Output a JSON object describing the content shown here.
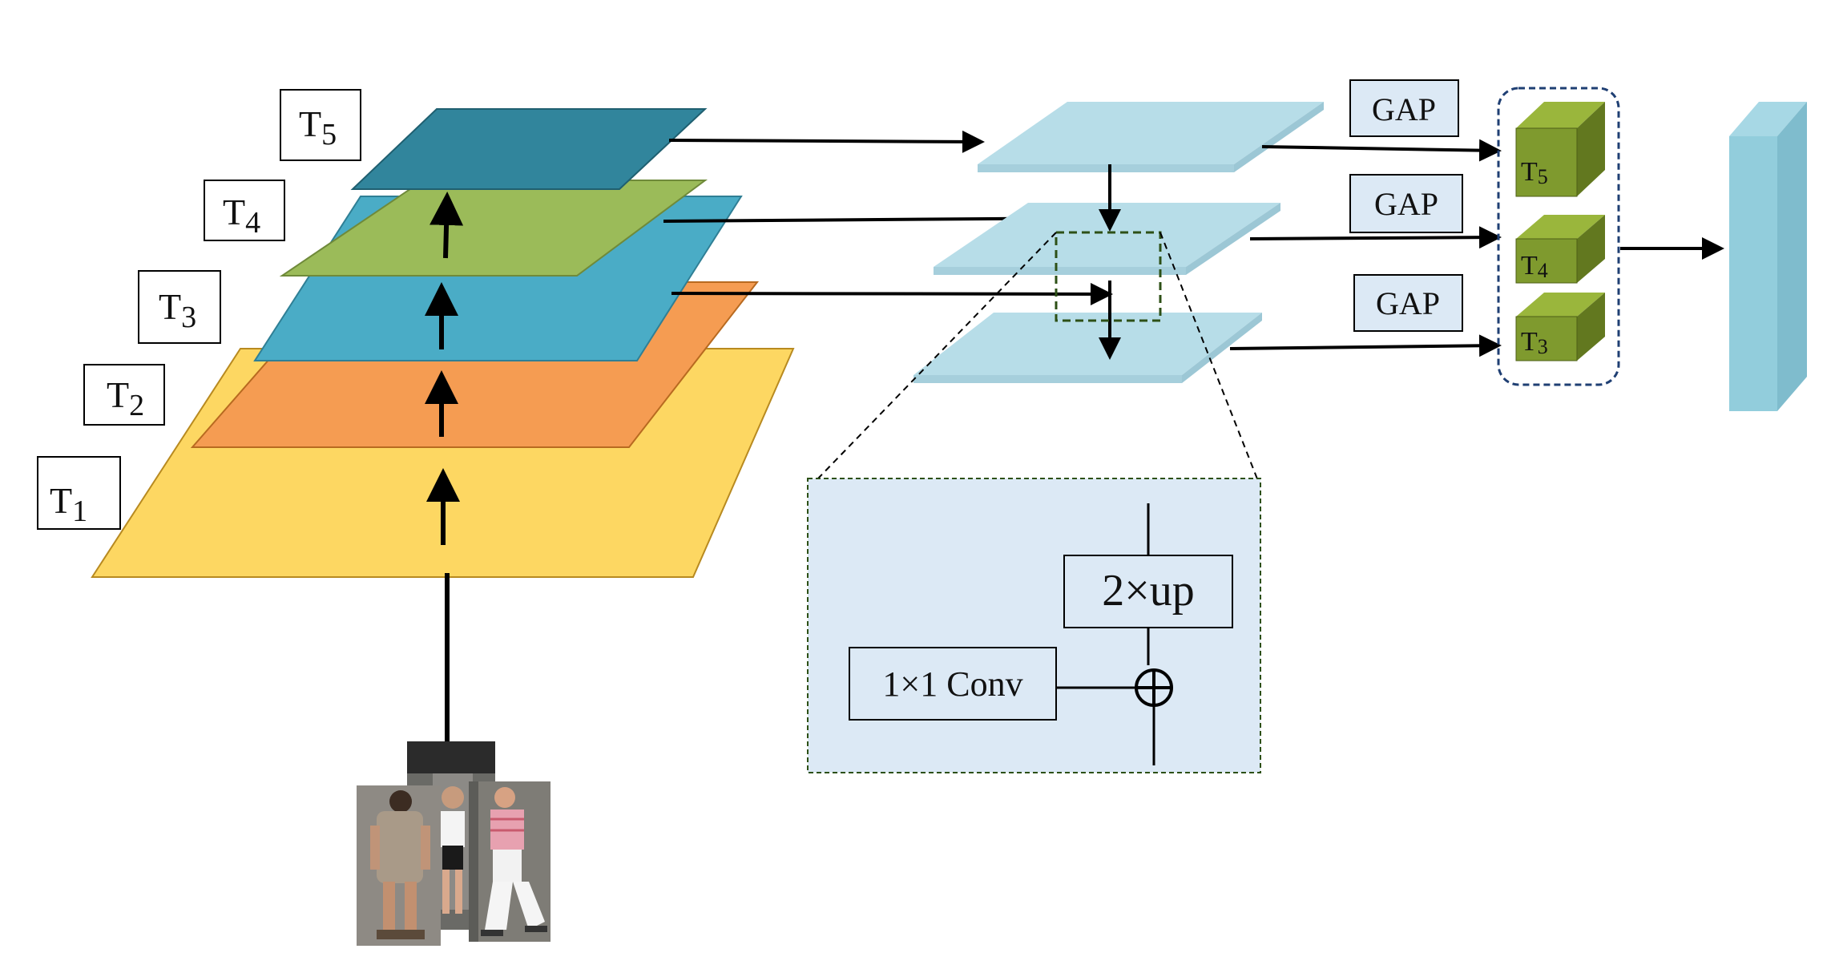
{
  "pyramid_labels": [
    {
      "base": "T",
      "sub": "1"
    },
    {
      "base": "T",
      "sub": "2"
    },
    {
      "base": "T",
      "sub": "3"
    },
    {
      "base": "T",
      "sub": "4"
    },
    {
      "base": "T",
      "sub": "5"
    }
  ],
  "gap_labels": [
    "GAP",
    "GAP",
    "GAP"
  ],
  "cube_labels": [
    {
      "base": "T",
      "sub": "5"
    },
    {
      "base": "T",
      "sub": "4"
    },
    {
      "base": "T",
      "sub": "3"
    }
  ],
  "inset": {
    "up_label": "2×up",
    "conv_label": "1×1 Conv",
    "plus_symbol": "⊕"
  },
  "colors": {
    "t1": "#fdd762",
    "t2": "#f59c52",
    "t3": "#4aacc6",
    "t4": "#9bbb59",
    "t5": "#31859c",
    "fpn": "#b7dde8",
    "inset_bg": "#dce9f5",
    "inset_border": "#2d5016",
    "cube": "#7f9a2e",
    "cube_dark": "#62781f",
    "cube_light": "#9ab63c",
    "feature_bar": "#92cddc",
    "group_border": "#1f3f73"
  }
}
